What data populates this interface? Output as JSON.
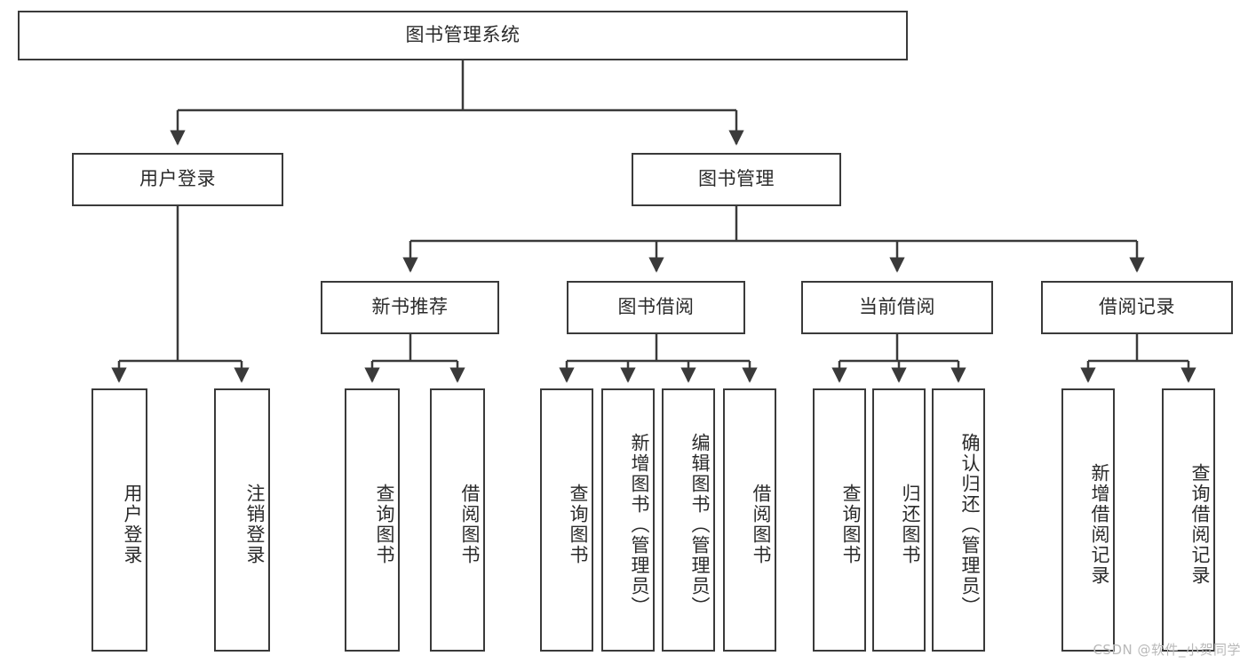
{
  "diagram": {
    "title_text": "图书管理系统",
    "type": "hierarchy-tree",
    "stroke_color": "#3a3a3a",
    "text_color": "#2b2b2b",
    "background_color": "#ffffff"
  },
  "nodes": {
    "root": {
      "label": "图书管理系统"
    },
    "level2": [
      {
        "label": "用户登录"
      },
      {
        "label": "图书管理"
      }
    ],
    "level3": [
      {
        "label": "新书推荐"
      },
      {
        "label": "图书借阅"
      },
      {
        "label": "当前借阅"
      },
      {
        "label": "借阅记录"
      }
    ],
    "leaves_user_login": [
      {
        "label": "用户登录"
      },
      {
        "label": "注销登录"
      }
    ],
    "leaves_new_book": [
      {
        "label": "查询图书"
      },
      {
        "label": "借阅图书"
      }
    ],
    "leaves_borrow": [
      {
        "label": "查询图书"
      },
      {
        "label": "新增图书（管理员）"
      },
      {
        "label": "编辑图书（管理员）"
      },
      {
        "label": "借阅图书"
      }
    ],
    "leaves_current": [
      {
        "label": "查询图书"
      },
      {
        "label": "归还图书"
      },
      {
        "label": "确认归还（管理员）"
      }
    ],
    "leaves_record": [
      {
        "label": "新增借阅记录"
      },
      {
        "label": "查询借阅记录"
      }
    ]
  },
  "watermark": {
    "text": "CSDN @软件_小贺同学"
  }
}
